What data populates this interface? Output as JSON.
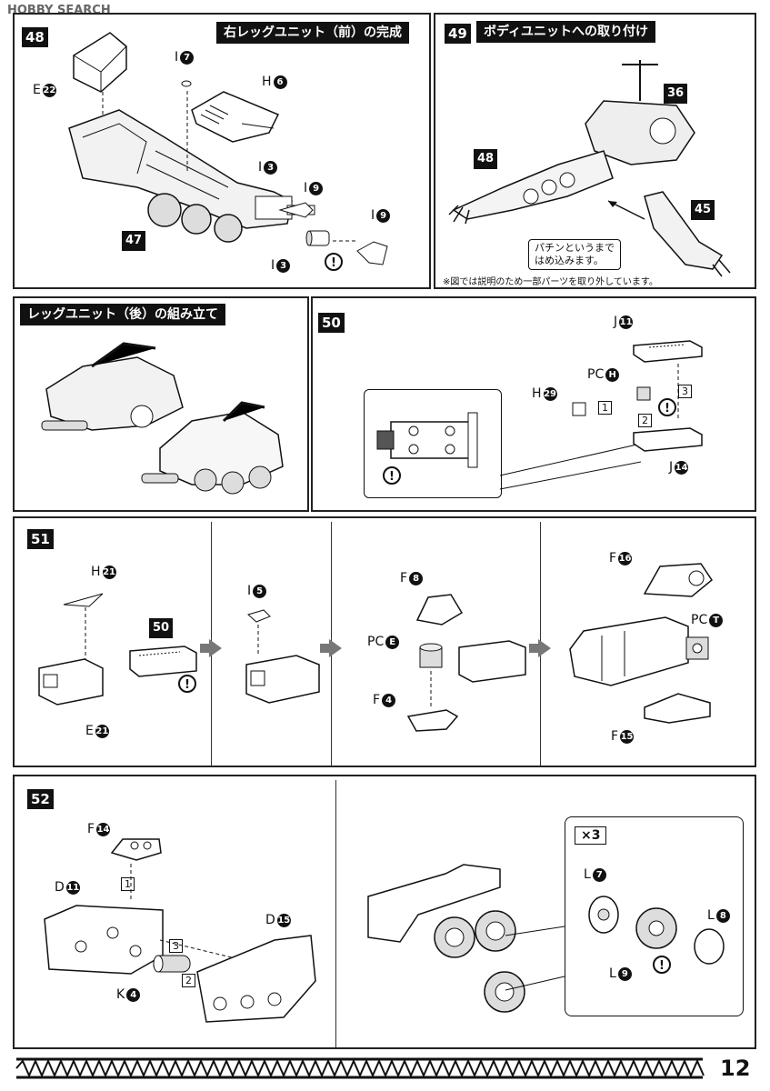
{
  "watermark": "HOBBY SEARCH",
  "page_number": "12",
  "step48": {
    "number": "48",
    "title": "右レッグユニット（前）の完成",
    "parts": [
      {
        "letter": "E",
        "num": "22"
      },
      {
        "letter": "I",
        "num": "7"
      },
      {
        "letter": "H",
        "num": "6"
      },
      {
        "letter": "I",
        "num": "3"
      },
      {
        "letter": "I",
        "num": "9"
      },
      {
        "letter": "I",
        "num": "9"
      },
      {
        "letter": "I",
        "num": "3"
      }
    ],
    "ref": "47"
  },
  "step49": {
    "number": "49",
    "title": "ボディユニットへの取り付け",
    "refs": [
      "36",
      "48",
      "45"
    ],
    "callout": "パチンというまではめ込みます。",
    "callout_line1": "パチンというまで",
    "callout_line2": "はめ込みます。",
    "note": "※図では説明のため一部パーツを取り外しています。"
  },
  "rear_leg": {
    "title": "レッグユニット（後）の組み立て"
  },
  "step50": {
    "number": "50",
    "parts": [
      {
        "letter": "J",
        "num": "11"
      },
      {
        "letter": "PC",
        "num": "H"
      },
      {
        "letter": "H",
        "num": "29"
      },
      {
        "letter": "J",
        "num": "14"
      }
    ],
    "order": [
      "1",
      "2",
      "3"
    ]
  },
  "step51": {
    "number": "51",
    "parts": [
      {
        "letter": "H",
        "num": "21"
      },
      {
        "letter": "E",
        "num": "21"
      },
      {
        "letter": "I",
        "num": "5"
      },
      {
        "letter": "F",
        "num": "8"
      },
      {
        "letter": "PC",
        "num": "E"
      },
      {
        "letter": "F",
        "num": "4"
      },
      {
        "letter": "F",
        "num": "16"
      },
      {
        "letter": "PC",
        "num": "T"
      },
      {
        "letter": "F",
        "num": "15"
      }
    ],
    "ref": "50"
  },
  "step52": {
    "number": "52",
    "parts": [
      {
        "letter": "F",
        "num": "14"
      },
      {
        "letter": "D",
        "num": "11"
      },
      {
        "letter": "D",
        "num": "15"
      },
      {
        "letter": "K",
        "num": "4"
      },
      {
        "letter": "L",
        "num": "7"
      },
      {
        "letter": "L",
        "num": "8"
      },
      {
        "letter": "L",
        "num": "9"
      }
    ],
    "order": [
      "1",
      "2",
      "3"
    ],
    "multiplier": "×3"
  },
  "caution_mark": "!"
}
